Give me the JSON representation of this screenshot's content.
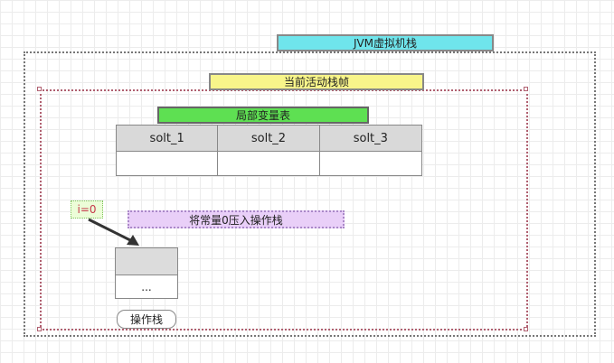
{
  "jvm": {
    "title": "JVM虚拟机栈"
  },
  "frame": {
    "title": "当前活动栈帧"
  },
  "local_vars": {
    "title": "局部变量表",
    "slots": [
      "solt_1",
      "solt_2",
      "solt_3"
    ]
  },
  "variable": {
    "label": "i=0"
  },
  "instruction": {
    "text": "将常量0压入操作栈"
  },
  "operand_stack": {
    "top_cell": "",
    "ellipsis": "...",
    "label": "操作栈"
  },
  "colors": {
    "jvm_title_bg": "#6fe5ec",
    "frame_title_bg": "#f8f58a",
    "local_vars_title_bg": "#5ee052",
    "instruction_bg": "#e9cff8",
    "variable_bg": "#ecfdd8",
    "variable_text": "#c6384a"
  }
}
